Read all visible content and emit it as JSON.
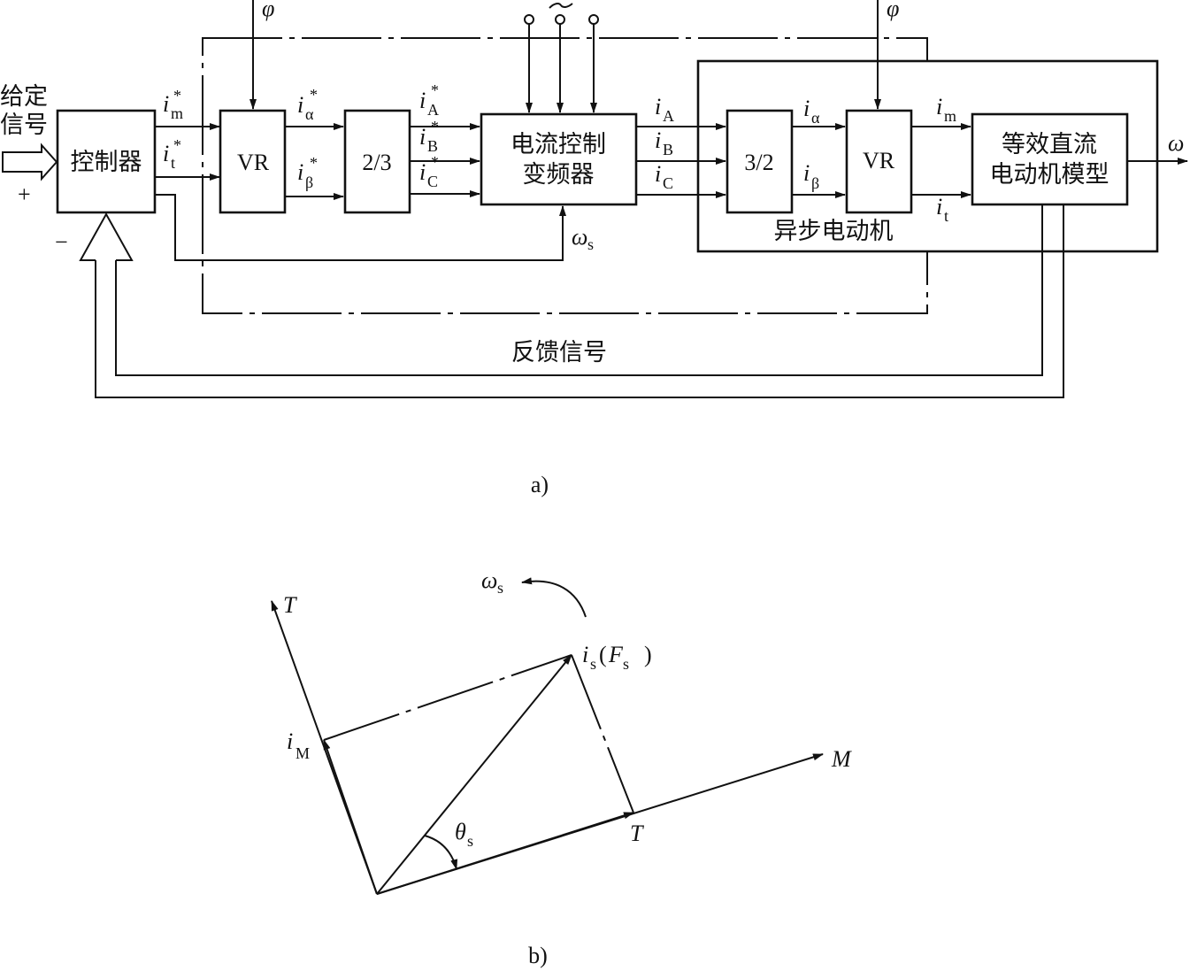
{
  "blocks": {
    "controller": "控制器",
    "vr1": "VR",
    "conv23": "2/3",
    "inverter_line1": "电流控制",
    "inverter_line2": "变频器",
    "conv32": "3/2",
    "vr2": "VR",
    "dcmodel_line1": "等效直流",
    "dcmodel_line2": "电动机模型",
    "motor_label": "异步电动机"
  },
  "signals": {
    "given_line1": "给定",
    "given_line2": "信号",
    "plus": "+",
    "minus": "−",
    "phi": "φ",
    "omega": "ω",
    "omega_s": "ω",
    "omega_s_sub": "s",
    "feedback": "反馈信号",
    "im_star": {
      "base": "i",
      "sub": "m",
      "sup": "*"
    },
    "it_star": {
      "base": "i",
      "sub": "t",
      "sup": "*"
    },
    "ialpha_star": {
      "base": "i",
      "sub": "α",
      "sup": "*"
    },
    "ibeta_star": {
      "base": "i",
      "sub": "β",
      "sup": "*"
    },
    "iA_star": {
      "base": "i",
      "sub": "A",
      "sup": "*"
    },
    "iB_star": {
      "base": "i",
      "sub": "B",
      "sup": "*"
    },
    "iC_star": {
      "base": "i",
      "sub": "C",
      "sup": "*"
    },
    "iA": {
      "base": "i",
      "sub": "A"
    },
    "iB": {
      "base": "i",
      "sub": "B"
    },
    "iC": {
      "base": "i",
      "sub": "C"
    },
    "ialpha": {
      "base": "i",
      "sub": "α"
    },
    "ibeta": {
      "base": "i",
      "sub": "β"
    },
    "im": {
      "base": "i",
      "sub": "m"
    },
    "it": {
      "base": "i",
      "sub": "t"
    },
    "ac_source": "~"
  },
  "captions": {
    "a": "a)",
    "b": "b)"
  },
  "vector": {
    "T_axis": "T",
    "M_axis": "M",
    "T_proj": "T",
    "iM": {
      "base": "i",
      "sub": "M"
    },
    "is_base": "i",
    "is_sub": "s",
    "is_paren_open": "(",
    "Fs_base": "F",
    "Fs_sub": "s",
    "is_paren_close": ")",
    "omega_s": "ω",
    "omega_s_sub": "s",
    "theta_s": "θ",
    "theta_s_sub": "s"
  }
}
